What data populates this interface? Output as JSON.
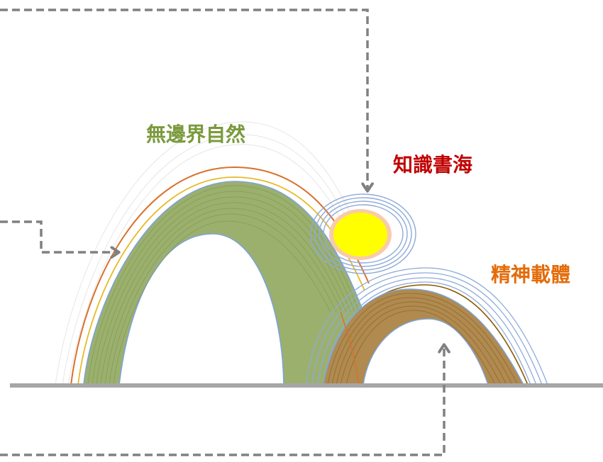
{
  "labels": {
    "nature": "無邊界自然",
    "knowledge": "知識書海",
    "spirit": "精神載體"
  },
  "colors": {
    "nature_text": "#7a9a3c",
    "knowledge_text": "#c00000",
    "spirit_text": "#e36c0a",
    "green_fill": "#9cb06e",
    "brown_fill": "#b08a4e",
    "sun_fill": "#ffff00",
    "sun_glow": "#f8cbad",
    "blue_ring": "#8eaad8",
    "orange_arc": "#d9712b",
    "yellow_arc": "#e8b928",
    "ground": "#a6a6a6",
    "arrow": "#808080"
  }
}
